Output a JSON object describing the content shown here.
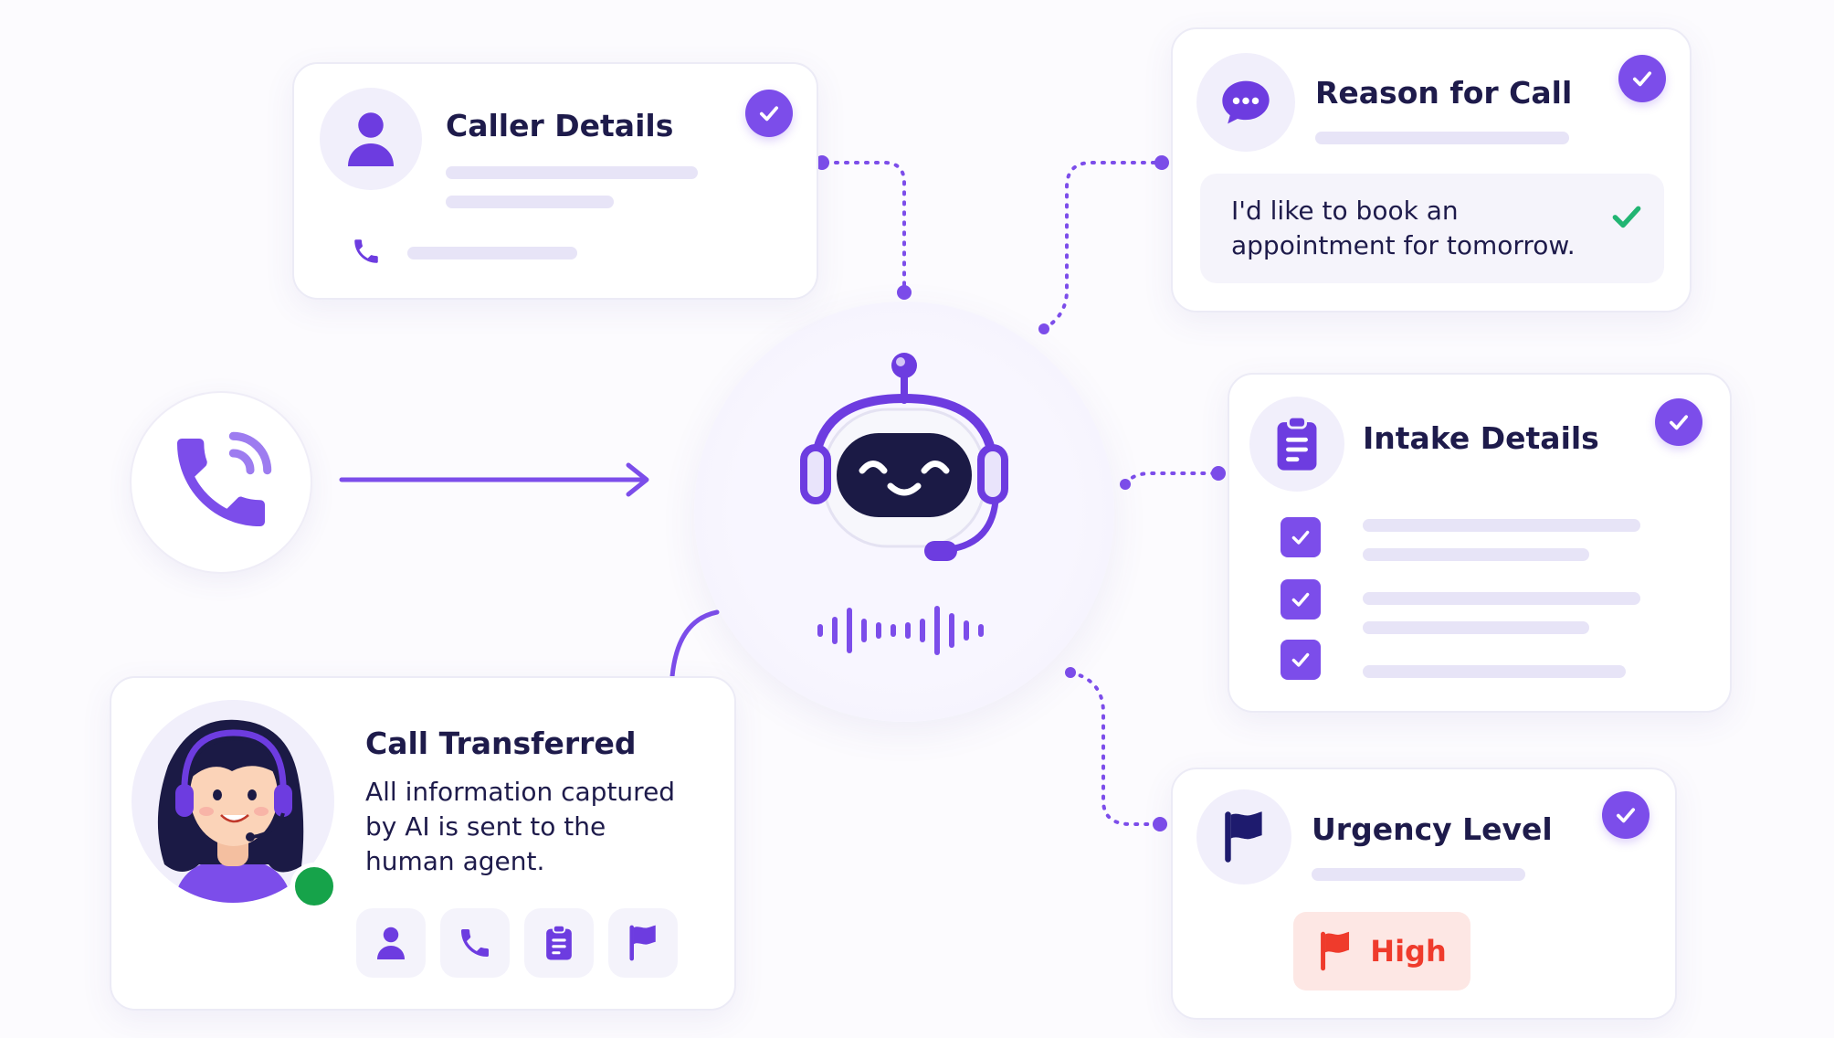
{
  "caller_details": {
    "title": "Caller Details"
  },
  "reason_for_call": {
    "title": "Reason for Call",
    "quote": "I'd like to book an appointment for tomorrow."
  },
  "intake_details": {
    "title": "Intake Details"
  },
  "urgency_level": {
    "title": "Urgency Level",
    "badge_label": "High"
  },
  "call_transferred": {
    "title": "Call Transferred",
    "description": "All information captured by AI is sent to the human agent."
  },
  "colors": {
    "accent": "#7c4dea",
    "text": "#1e1b4b",
    "urgent": "#ef3b2c",
    "urgent_bg": "#fde7e4",
    "online": "#16a34a",
    "success": "#22b573"
  },
  "icons": [
    "phone-icon",
    "robot-icon",
    "user-icon",
    "chat-icon",
    "clipboard-icon",
    "flag-icon",
    "check-icon",
    "agent-avatar-icon",
    "sound-wave-icon"
  ]
}
